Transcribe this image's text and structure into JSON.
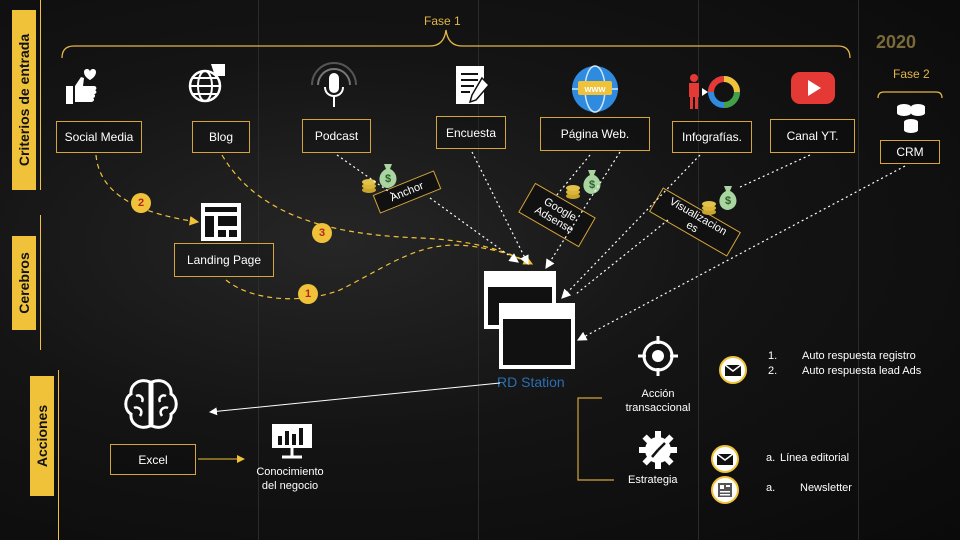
{
  "phase1": "Fase 1",
  "phase2": "Fase 2",
  "year": "2020",
  "sections": {
    "criterios": "Criterios de entrada",
    "cerebros": "Cerebros",
    "acciones": "Acciones"
  },
  "sources": {
    "social_media": "Social Media",
    "blog": "Blog",
    "podcast": "Podcast",
    "encuesta": "Encuesta",
    "pagina_web": "Página Web.",
    "infografias": "Infografías.",
    "canal_yt": "Canal YT.",
    "crm": "CRM"
  },
  "monetization": {
    "anchor": "Anchor",
    "google_adsense": "Google Adsense",
    "visualizaciones": "Visualizaciones"
  },
  "landing_page": "Landing Page",
  "steps": [
    "1",
    "2",
    "3"
  ],
  "center": "RD Station",
  "actions": {
    "excel": "Excel",
    "conocimiento": "Conocimiento del negocio",
    "accion_transaccional": "Acción transaccional",
    "estrategia": "Estrategia"
  },
  "auto_list": [
    {
      "marker": "1.",
      "text": "Auto respuesta registro"
    },
    {
      "marker": "2.",
      "text": "Auto respuesta lead Ads"
    }
  ],
  "strategy_list": [
    {
      "marker": "a.",
      "text": "Línea editorial"
    },
    {
      "marker": "a.",
      "text": "Newsletter"
    }
  ],
  "colors": {
    "accent": "#f0c23a",
    "box_border": "#d4a53a",
    "brand": "#2a6fb3",
    "youtube": "#e53935"
  }
}
